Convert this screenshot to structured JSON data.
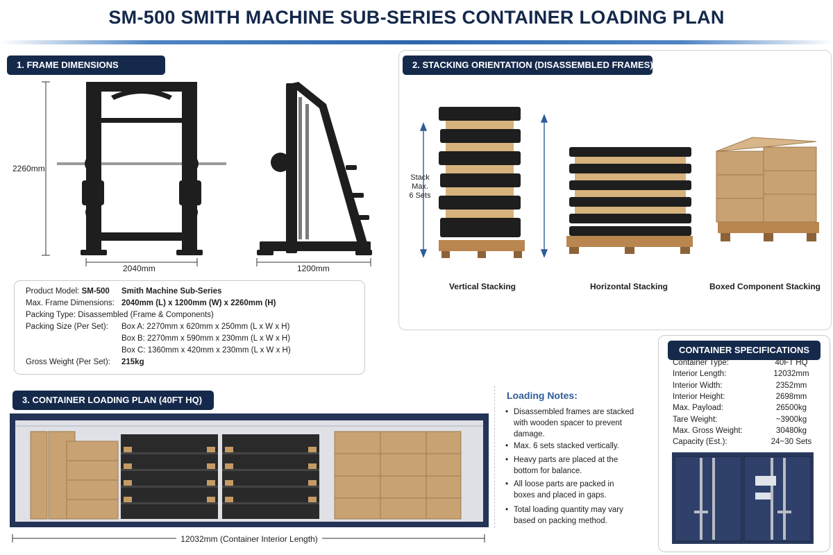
{
  "title": "SM-500 SMITH MACHINE SUB-SERIES CONTAINER LOADING PLAN",
  "sections": {
    "frame": "1. FRAME DIMENSIONS",
    "stacking": "2. STACKING ORIENTATION (DISASSEMBLED FRAMES)",
    "loading": "3. CONTAINER LOADING PLAN (40FT HQ)",
    "specs": "CONTAINER SPECIFICATIONS"
  },
  "frame_dimensions": {
    "height": "2260mm",
    "width": "2040mm",
    "depth": "1200mm"
  },
  "product_info": {
    "model_label": "Product Model:",
    "model_value": "SM-500",
    "series": "Smith Machine Sub-Series",
    "max_dim_label": "Max. Frame Dimensions:",
    "max_dim_value": "2040mm (L) x 1200mm (W) x 2260mm (H)",
    "packing_type": "Packing Type: Disassembled (Frame & Components)",
    "packing_size_label": "Packing Size (Per Set):",
    "box_a": "Box A: 2270mm x 620mm x 250mm (L x W x H)",
    "box_b": "Box B: 2270mm x 590mm x 230mm (L x W x H)",
    "box_c": "Box C: 1360mm x 420mm x 230mm (L x W x H)",
    "gross_weight_label": "Gross Weight (Per Set):",
    "gross_weight_value": "215kg"
  },
  "stacking": {
    "stack_note": [
      "Stack",
      "Max.",
      "6 Sets"
    ],
    "vertical": "Vertical Stacking",
    "horizontal": "Horizontal Stacking",
    "boxed": "Boxed Component Stacking"
  },
  "container_plan": {
    "length_label": "12032mm (Container Interior Length)"
  },
  "specs": {
    "rows": [
      {
        "k": "Container Type:",
        "v": "40FT HQ"
      },
      {
        "k": "Interior Length:",
        "v": "12032mm"
      },
      {
        "k": "Interior Width:",
        "v": "2352mm"
      },
      {
        "k": "Interior Height:",
        "v": "2698mm"
      },
      {
        "k": "Max. Payload:",
        "v": "26500kg"
      },
      {
        "k": "Tare Weight:",
        "v": "~3900kg"
      },
      {
        "k": "Max. Gross Weight:",
        "v": "30480kg"
      },
      {
        "k": "Capacity (Est.):",
        "v": "24~30 Sets"
      }
    ]
  },
  "notes": {
    "title": "Loading Notes:",
    "items": [
      "Disassembled frames are stacked with wooden spacer to prevent damage.",
      "Max. 6 sets stacked vertically.",
      "Heavy parts are placed at the bottom for balance.",
      "All loose parts are packed in boxes and placed in gaps.",
      "Total loading quantity may vary based on packing method."
    ]
  },
  "colors": {
    "navy": "#15294b",
    "accent_blue": "#2e5c98",
    "frame_black": "#1e1e1e",
    "pallet_wood": "#b9864f",
    "carton": "#c9a274",
    "container_blue": "#2a3a5e"
  }
}
